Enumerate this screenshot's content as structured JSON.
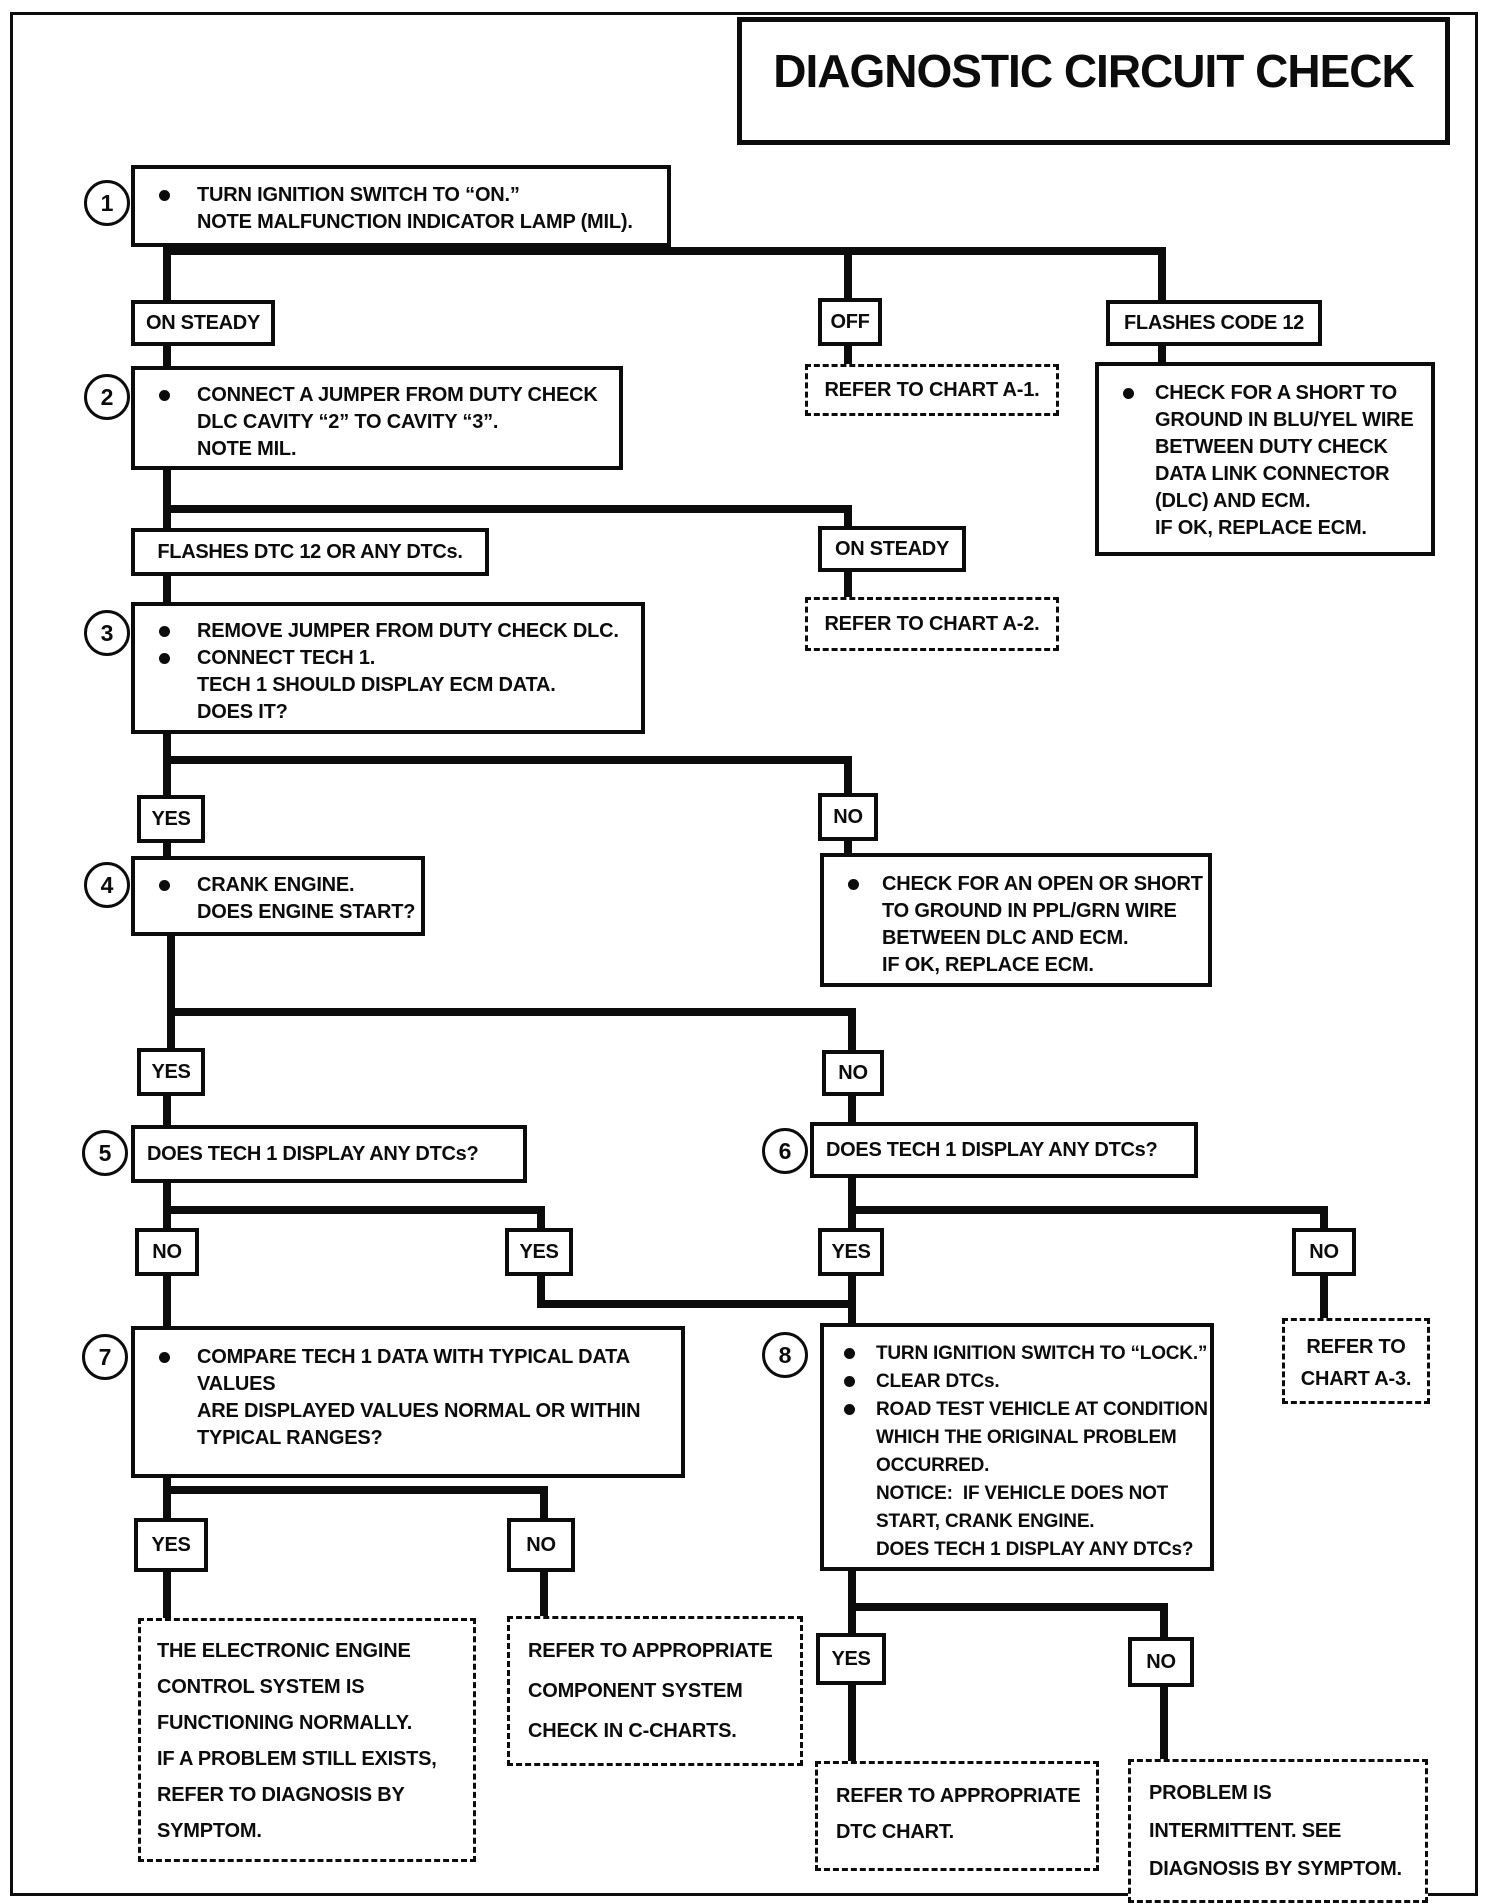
{
  "title": "DIAGNOSTIC CIRCUIT CHECK",
  "step_numbers": [
    "1",
    "2",
    "3",
    "4",
    "5",
    "6",
    "7",
    "8"
  ],
  "labels": {
    "yes": "YES",
    "no": "NO",
    "on_steady": "ON STEADY",
    "off": "OFF",
    "flashes_code_12": "FLASHES CODE 12",
    "flashes_dtc": "FLASHES DTC 12 OR ANY DTCs."
  },
  "boxes": {
    "b1": {
      "lines": [
        "TURN IGNITION SWITCH TO “ON.”",
        "NOTE MALFUNCTION INDICATOR LAMP (MIL)."
      ]
    },
    "b2": {
      "lines": [
        "CONNECT A JUMPER FROM DUTY CHECK",
        "DLC CAVITY “2” TO CAVITY “3”.",
        "NOTE MIL."
      ]
    },
    "b3": {
      "lines": [
        "REMOVE JUMPER FROM DUTY CHECK DLC.",
        "CONNECT TECH 1.",
        "TECH 1 SHOULD DISPLAY ECM DATA.",
        "DOES IT?"
      ]
    },
    "b4": {
      "lines": [
        "CRANK ENGINE.",
        "DOES ENGINE START?"
      ]
    },
    "b5": {
      "line": "DOES TECH 1 DISPLAY ANY DTCs?"
    },
    "b6": {
      "line": "DOES TECH 1 DISPLAY ANY DTCs?"
    },
    "b7": {
      "lines": [
        "COMPARE TECH 1 DATA WITH TYPICAL DATA",
        "VALUES",
        "ARE DISPLAYED VALUES NORMAL OR WITHIN",
        "TYPICAL RANGES?"
      ]
    },
    "b8": {
      "lines": [
        "TURN IGNITION SWITCH TO “LOCK.”",
        "CLEAR DTCs.",
        "ROAD TEST VEHICLE AT CONDITION",
        "WHICH THE ORIGINAL PROBLEM",
        "OCCURRED.",
        "NOTICE:  IF VEHICLE DOES NOT",
        "START, CRANK ENGINE.",
        "DOES TECH 1 DISPLAY ANY DTCs?"
      ]
    },
    "short_to_ground": {
      "lines": [
        "CHECK FOR A SHORT TO",
        "GROUND IN BLU/YEL WIRE",
        "BETWEEN DUTY CHECK",
        "DATA LINK CONNECTOR",
        "(DLC) AND ECM.",
        "IF OK, REPLACE ECM."
      ]
    },
    "open_or_short": {
      "lines": [
        "CHECK FOR AN OPEN OR SHORT",
        "TO GROUND IN PPL/GRN WIRE",
        "BETWEEN DLC AND ECM.",
        "IF OK, REPLACE ECM."
      ]
    }
  },
  "references": {
    "chart_a1": "REFER TO CHART A-1.",
    "chart_a2": "REFER TO CHART A-2.",
    "chart_a3": {
      "lines": [
        "REFER TO",
        "CHART A-3."
      ]
    },
    "functioning_normally": {
      "lines": [
        "THE ELECTRONIC ENGINE",
        "CONTROL SYSTEM IS",
        "FUNCTIONING NORMALLY.",
        "IF A PROBLEM STILL EXISTS,",
        "REFER TO DIAGNOSIS BY",
        "SYMPTOM."
      ]
    },
    "c_charts": {
      "lines": [
        "REFER TO APPROPRIATE",
        "COMPONENT SYSTEM",
        "CHECK IN C-CHARTS."
      ]
    },
    "dtc_chart": {
      "lines": [
        "REFER TO APPROPRIATE",
        "DTC CHART."
      ]
    },
    "intermittent": {
      "lines": [
        "PROBLEM IS",
        "INTERMITTENT.  SEE",
        "DIAGNOSIS BY SYMPTOM."
      ]
    }
  }
}
